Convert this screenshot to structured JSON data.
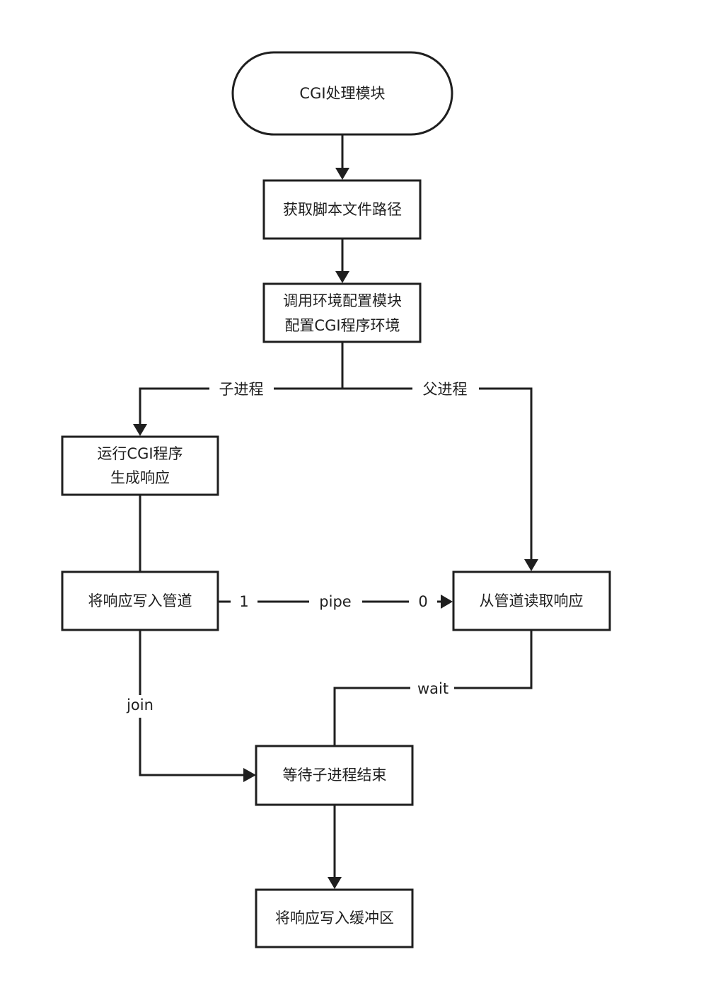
{
  "nodes": {
    "start": {
      "label": "CGI处理模块"
    },
    "get_path": {
      "label": "获取脚本文件路径"
    },
    "config_env": {
      "line1": "调用环境配置模块",
      "line2": "配置CGI程序环境"
    },
    "run_cgi": {
      "line1": "运行CGI程序",
      "line2": "生成响应"
    },
    "write_pipe": {
      "label": "将响应写入管道"
    },
    "read_pipe": {
      "label": "从管道读取响应"
    },
    "wait_child": {
      "label": "等待子进程结束"
    },
    "write_buffer": {
      "label": "将响应写入缓冲区"
    }
  },
  "edges": {
    "child_label": "子进程",
    "parent_label": "父进程",
    "pipe_write_end": "1",
    "pipe_label": "pipe",
    "pipe_read_end": "0",
    "wait_label": "wait",
    "join_label": "join"
  }
}
